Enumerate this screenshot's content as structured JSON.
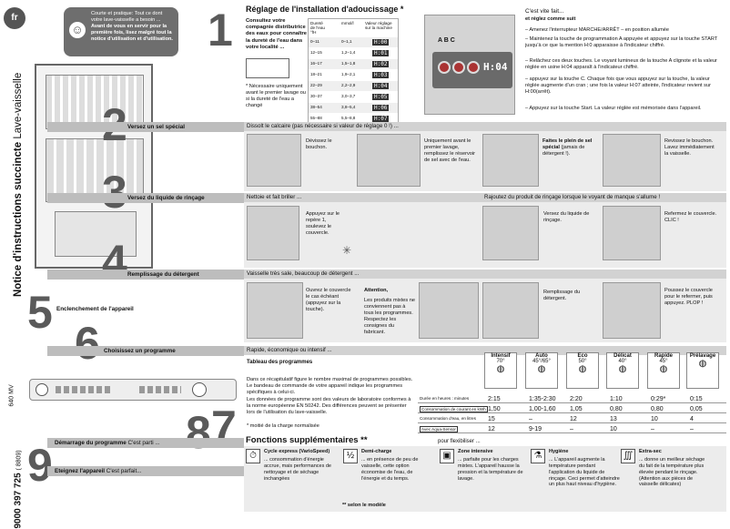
{
  "lang": "fr",
  "side_title_bold": "Notice d'instructions succincte",
  "side_title_light": "Lave-vaisselle",
  "doc_number": "9000 397 725",
  "doc_code": "( 8809)",
  "doc_model": "640 MV",
  "intro": {
    "line1": "Courte et pratique: Tout ce dont votre lave-vaisselle a besoin ...",
    "line2": "Avant de vous en servir pour la première fois, lisez malgré tout la notice d'utilisation et d'utilisation."
  },
  "step_numbers": {
    "s1": "1",
    "s2": "2",
    "s3": "3",
    "s4": "4",
    "s5": "5",
    "s6": "6",
    "s7": "7",
    "s8": "8",
    "s9": "9"
  },
  "sections": {
    "s1_title": "Réglage de l'installation d'adoucissage *",
    "s1_left": "Consultez votre compagnie distributrice des eaux pour connaître la dureté de l'eau dans votre localité ...",
    "s1_note": "* Nécessaire uniquement avant le premier lavage ou si la dureté de l'eau a changé",
    "s1_right_head": "C'est vite fait...",
    "s1_right_sub": "et réglez comme suit",
    "s1_steps": [
      "– Amenez l'interrupteur MARCHE/ARRÊT – en position allumée",
      "– Maintenez la touche de programmation A appuyée et appuyez sur la touche START jusqu'à ce que la mention H:0 apparaisse à l'indicateur chiffré.",
      "– Relâchez ces deux touches. Le voyant lumineux de la touche A clignote et la valeur réglée en usine H:04 apparaît à l'indicateur chiffré.",
      "– appuyez sur la touche C. Chaque fois que vous appuyez sur la touche, la valeur réglée augmente d'un cran ; une fois la valeur H:07 atteinte, l'indicateur revient sur H:00(arrêt).",
      "– Appuyez sur la touche Start. La valeur réglée est mémorisée dans l'appareil."
    ],
    "s1_display": "H:04",
    "s1_keys": [
      "A",
      "B",
      "C"
    ],
    "s2_band": "Versez un sel spécial",
    "s2_bar": "Dissolt le calcaire (pas nécessaire si valeur de réglage 0 !) ...",
    "s2_a": "Dévissez le bouchon.",
    "s2_b": "Uniquement avant le premier lavage, remplissez le réservoir de sel avec de l'eau.",
    "s2_c_bold": "Faites le plein de sel spécial",
    "s2_c": "(jamais de détergent !).",
    "s2_d": "Revissez le bouchon. Lavez immédiatement la vaisselle.",
    "s3_band": "Versez du liquide de rinçage",
    "s3_bar": "Nettoie et fait briller ...",
    "s3_bar2": "Rajoutez du produit de rinçage lorsque le voyant de manque s'allume !",
    "s3_a": "Appuyez sur le repère 1, soulevez le couvercle.",
    "s3_b": "Versez du liquide de rinçage.",
    "s3_c": "Refermez le couvercle. CLIC !",
    "s4_band": "Remplissage du détergent",
    "s4_bar": "Vaisselle très sale, beaucoup de détergent ...",
    "s4_a": "Ouvrez le couvercle le cas échéant (appuyez sur la touche).",
    "s4_attn": "Attention,",
    "s4_b": "Les produits mixtes ne conviennent pas à tous les programmes. Respectez les consignes du fabricant.",
    "s4_c": "Remplissage du détergent.",
    "s4_d": "Poussez le couvercle pour le refermer, puis appuyez. PLOP !",
    "s5_band": "Enclenchement de l'appareil",
    "s6_band": "Choisissez un programme",
    "s6_bar": "Rapide, économique ou intensif ...",
    "table_title": "Tableau des programmes",
    "table_p1": "Dans ce récapitulatif figure le nombre maximal de programmes possibles. Le bandeau de commande de votre appareil indique les programmes spécifiques à celui-ci.",
    "table_p2": "Les données de programme sont des valeurs de laboratoire conformes à la norme européenne EN 50242. Des différences peuvent se présenter lors de l'utilisation du lave-vaisselle.",
    "table_p3": "* moitié de la charge normalisée",
    "s8_band": "Démarrage du programme",
    "s8_text": "C'est parti ...",
    "s9_band": "Eteignez l'appareil",
    "s9_text": "C'est parfait...",
    "extra_title": "Fonctions supplémentaires **",
    "extra_flex": "pour flexibiliser ...",
    "extra_note": "** selon le modèle"
  },
  "programs": [
    {
      "name": "Intensif",
      "temp": "70°",
      "dur": "2:15",
      "kwh": "1,50",
      "l": "15",
      "l2": "12"
    },
    {
      "name": "Auto",
      "temp": "45°/65°",
      "dur": "1:35-2:30",
      "kwh": "1,00-1,60",
      "l": "–",
      "l2": "9-19"
    },
    {
      "name": "Eco",
      "temp": "50°",
      "dur": "2:20",
      "kwh": "1,05",
      "l": "12",
      "l2": "–"
    },
    {
      "name": "Délicat",
      "temp": "40°",
      "dur": "1:10",
      "kwh": "0,80",
      "l": "13",
      "l2": "10"
    },
    {
      "name": "Rapide",
      "temp": "45°",
      "dur": "0:29*",
      "kwh": "0,80",
      "l": "10",
      "l2": "–"
    },
    {
      "name": "Prélavage",
      "temp": "",
      "dur": "0:15",
      "kwh": "0,05",
      "l": "4",
      "l2": "–"
    }
  ],
  "row_labels": [
    "Durée en heures : minutes",
    "Consommation de courant en kWh",
    "Consommation d'eau, en litres",
    "Avec Aqua-Sensor"
  ],
  "hardness_table": {
    "headers": [
      "Dureté de l'eau °fH",
      "mmol/l",
      "Valeur réglage sur la machine"
    ],
    "rows": [
      [
        "0–11",
        "0–1,1",
        "H:00"
      ],
      [
        "12–15",
        "1,2–1,4",
        "H:01"
      ],
      [
        "16–17",
        "1,5–1,8",
        "H:02"
      ],
      [
        "18–21",
        "1,9–2,1",
        "H:03"
      ],
      [
        "22–29",
        "2,2–2,9",
        "H:04"
      ],
      [
        "30–37",
        "3,0–3,7",
        "H:05"
      ],
      [
        "38–54",
        "3,8–5,4",
        "H:06"
      ],
      [
        "55–88",
        "5,5–8,8",
        "H:07"
      ]
    ]
  },
  "extras": [
    {
      "title": "Cycle express (VarioSpeed)",
      "text": "... consommation d'énergie accrue, mais performances de nettoyage et de séchage inchangées"
    },
    {
      "title": "Demi-charge",
      "text": "... en présence de peu de vaisselle, cette option économise de l'eau, de l'énergie et du temps."
    },
    {
      "title": "Zone intensive",
      "text": "... parfaite pour les charges mixtes. L'appareil hausse la pression et la température de lavage."
    },
    {
      "title": "Hygiène",
      "text": "... L'appareil augmente la température pendant l'application du liquide de rinçage. Ceci permet d'atteindre un plus haut niveau d'hygiène."
    },
    {
      "title": "Extra-sec",
      "text": "... donne un meilleur séchage du fait de la température plus élevée pendant le rinçage. (Attention aux pièces de vaisselle délicates)"
    }
  ]
}
